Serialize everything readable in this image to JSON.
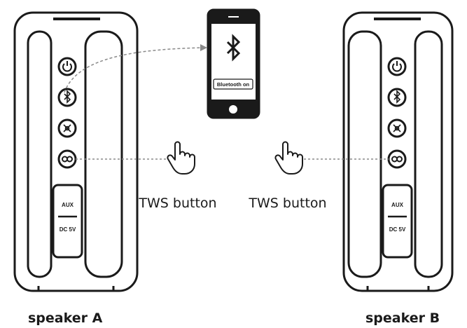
{
  "speaker_a": {
    "name": "speaker A",
    "aux_label": "AUX",
    "dc_label": "DC 5V"
  },
  "speaker_b": {
    "name": "speaker B",
    "aux_label": "AUX",
    "dc_label": "DC 5V"
  },
  "phone": {
    "status_text": "Bluetooth on",
    "icon": "bluetooth-icon"
  },
  "tws_label_left": "TWS button",
  "tws_label_right": "TWS button",
  "icons": [
    "power-icon",
    "bluetooth-icon",
    "connect-icon",
    "tws-link-icon",
    "hand-pointer-icon"
  ],
  "colors": {
    "stroke": "#1a1a1a",
    "dash": "#8a8a8a",
    "background": "#ffffff"
  }
}
